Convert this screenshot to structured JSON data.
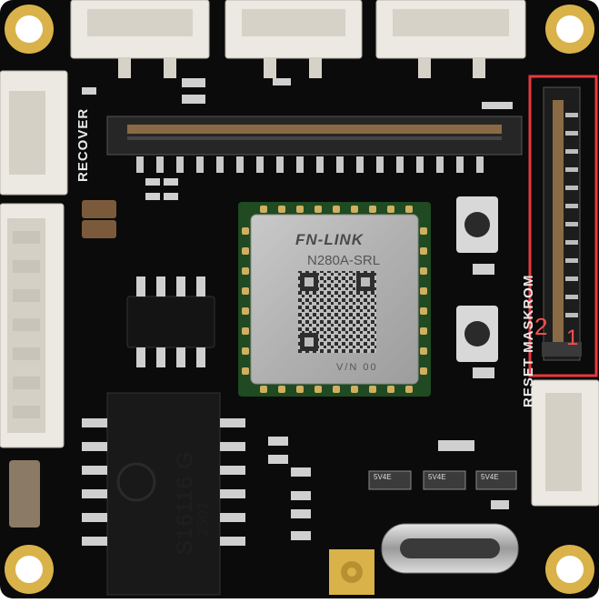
{
  "silkscreen": {
    "recover": "RECOVER",
    "reset_maskrom": "RESET MASKROM",
    "pin_two": "2",
    "pin_one": "1"
  },
  "module": {
    "brand": "FN-LINK",
    "model": "N280A-SRL",
    "version": "V/N 00"
  },
  "ethernet_chip": {
    "code": "S16116 G",
    "lot": "2501"
  },
  "diode_marks": [
    "5V4E",
    "5V4E",
    "5V4E"
  ],
  "colors": {
    "pcb": "#0b0b0b",
    "gold_pad": "#d9b24a",
    "connector_white": "#ece9e2",
    "highlight_box": "#e8383d"
  }
}
